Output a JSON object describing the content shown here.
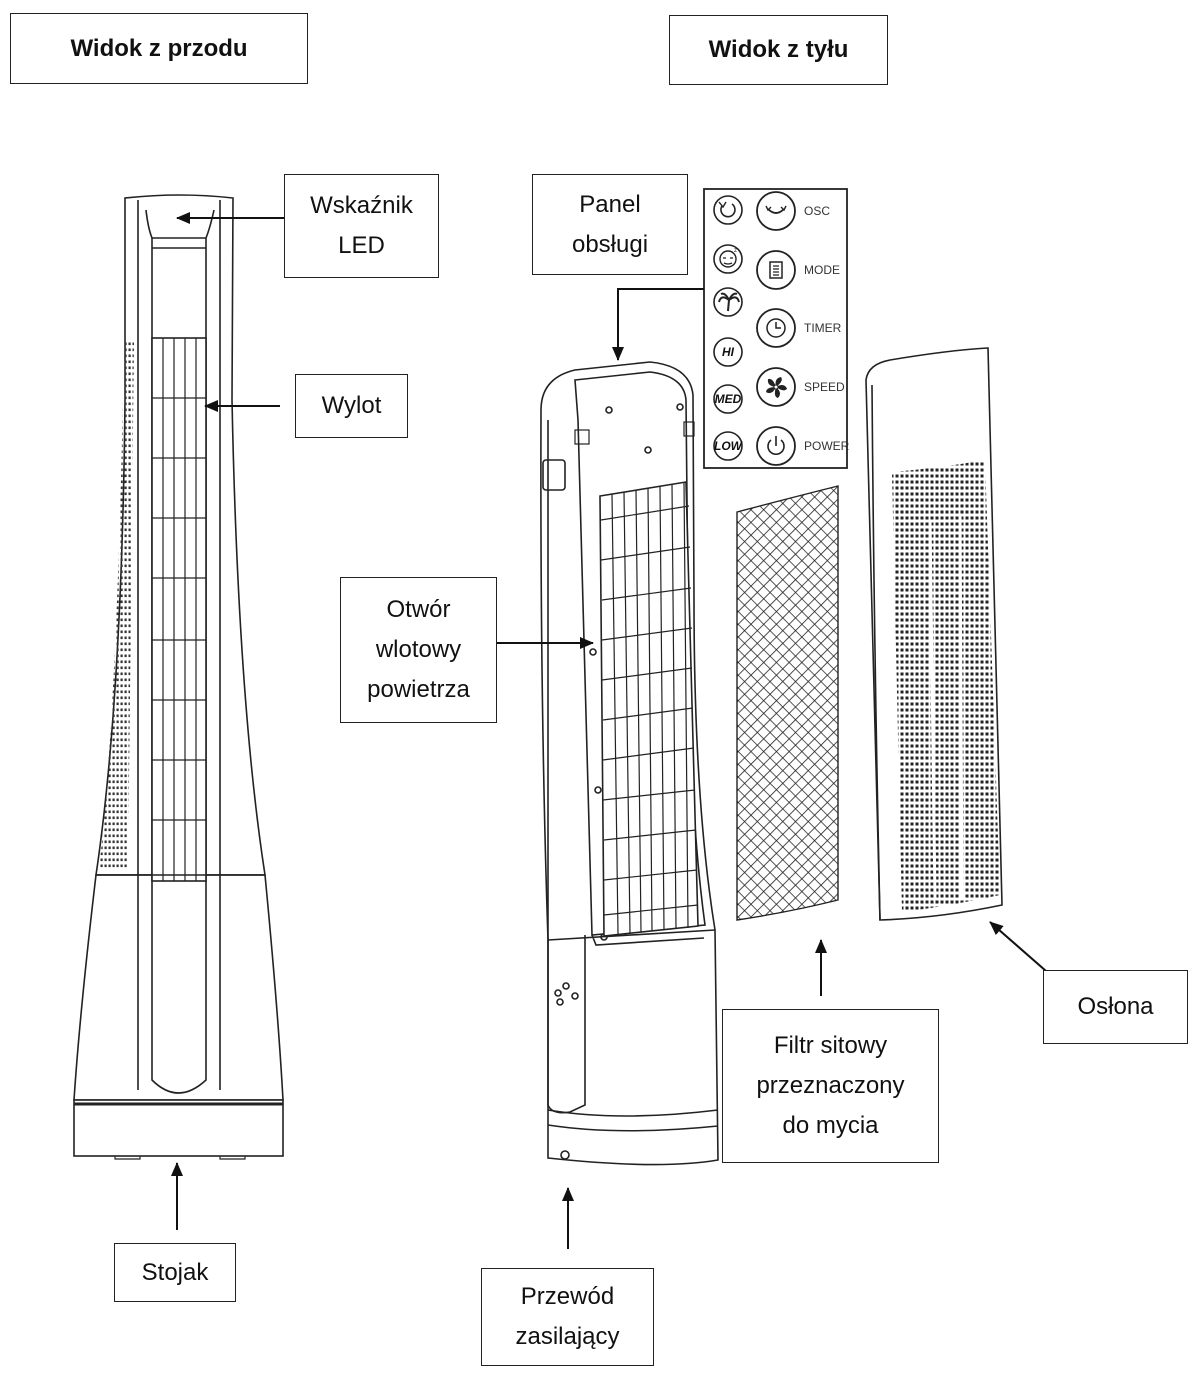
{
  "headers": {
    "front": "Widok z przodu",
    "back": "Widok z tyłu"
  },
  "labels": {
    "led": [
      "Wskaźnik",
      "LED"
    ],
    "outlet": "Wylot",
    "stand": "Stojak",
    "panel": [
      "Panel",
      "obsługi"
    ],
    "inlet": [
      "Otwór",
      "wlotowy",
      "powietrza"
    ],
    "filter": [
      "Filtr sitowy",
      "przeznaczony",
      "do mycia"
    ],
    "cover": "Osłona",
    "cable": [
      "Przewód",
      "zasilający"
    ]
  },
  "control_panel": {
    "left_buttons": [
      {
        "icon": "rotate-icon"
      },
      {
        "icon": "sleep-face-icon"
      },
      {
        "icon": "palm-tree-icon"
      },
      {
        "text": "HI"
      },
      {
        "text": "MED"
      },
      {
        "text": "LOW"
      }
    ],
    "right_buttons": [
      {
        "icon": "oscillate-icon",
        "label": "OSC"
      },
      {
        "icon": "mode-list-icon",
        "label": "MODE"
      },
      {
        "icon": "clock-icon",
        "label": "TIMER"
      },
      {
        "icon": "fan-icon",
        "label": "SPEED"
      },
      {
        "icon": "power-icon",
        "label": "POWER"
      }
    ]
  }
}
